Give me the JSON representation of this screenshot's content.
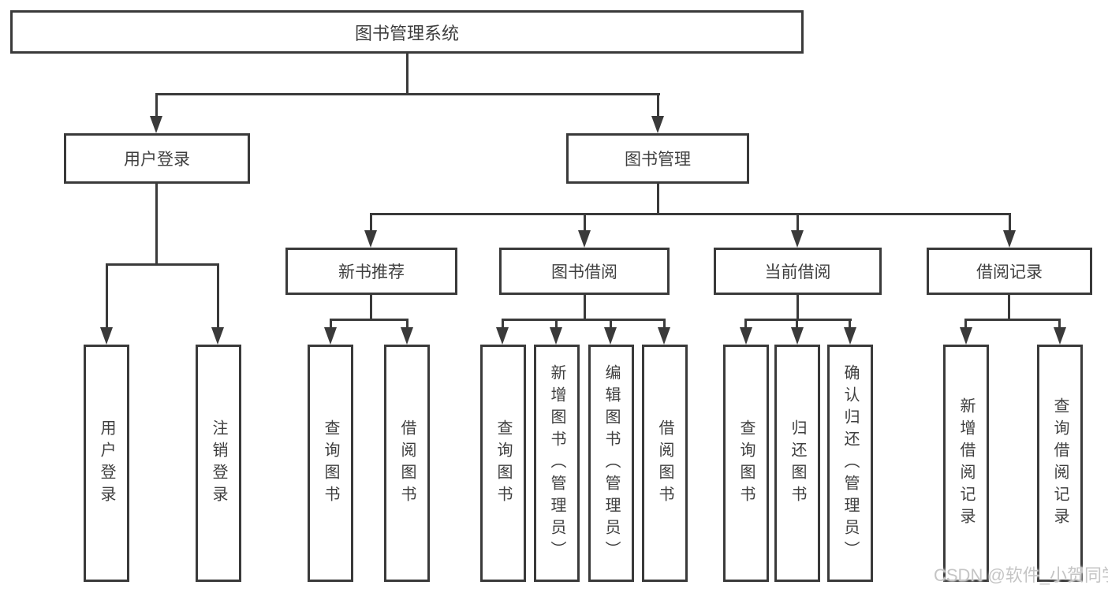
{
  "tree": {
    "root": "图书管理系统",
    "branches": [
      {
        "label": "用户登录",
        "leaves": [
          "用户登录",
          "注销登录"
        ]
      },
      {
        "label": "图书管理",
        "groups": [
          {
            "label": "新书推荐",
            "leaves": [
              "查询图书",
              "借阅图书"
            ]
          },
          {
            "label": "图书借阅",
            "leaves": [
              "查询图书",
              "新增图书（管理员）",
              "编辑图书（管理员）",
              "借阅图书"
            ]
          },
          {
            "label": "当前借阅",
            "leaves": [
              "查询图书",
              "归还图书",
              "确认归还（管理员）"
            ]
          },
          {
            "label": "借阅记录",
            "leaves": [
              "新增借阅记录",
              "查询借阅记录"
            ]
          }
        ]
      }
    ]
  },
  "watermark": "CSDN @软件_小贺同学",
  "colors": {
    "line": "#3a3a3a",
    "text": "#3f3f3f",
    "watermark": "#c5c5c5",
    "background": "#ffffff"
  }
}
